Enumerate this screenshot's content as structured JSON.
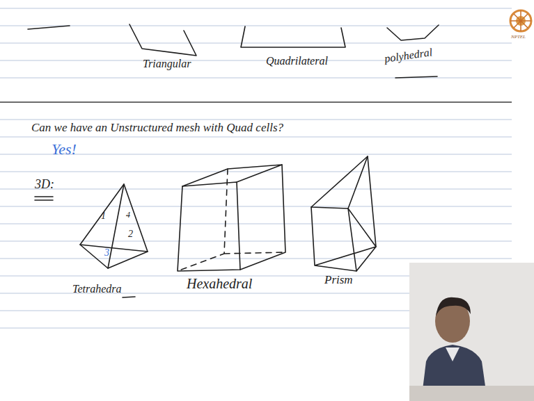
{
  "diagram": {
    "labels": [
      "Triangular",
      "Quadrilateral",
      "polyhedral",
      "Can we have an Unstructured mesh with Quad cells?",
      "Yes!",
      "3D:",
      "1",
      "4",
      "2",
      "3",
      "Tetrahedra",
      "Hexahedral",
      "Prism",
      "NPTEL"
    ]
  }
}
